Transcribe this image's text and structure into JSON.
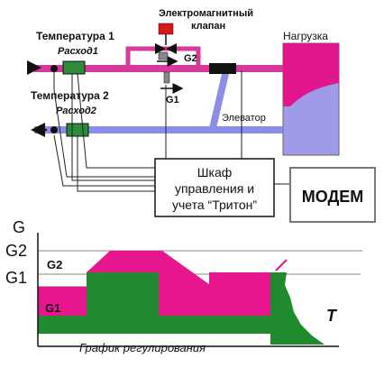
{
  "labels": {
    "valve": "Электромагнитный клапан",
    "valve_line1": "Электромагнитный",
    "valve_line2": "клапан",
    "load": "Нагрузка",
    "temp1": "Температура 1",
    "flow1": "Расход1",
    "temp2": "Температура 2",
    "flow2": "Расход2",
    "elevator": "Элеватор",
    "g2_pipe": "G2",
    "g1_pipe": "G1",
    "cabinet_line1": "Шкаф",
    "cabinet_line2": "управления и",
    "cabinet_line3": "учета “Тритон”",
    "modem": "МОДЕМ"
  },
  "chart": {
    "y_axis": "G",
    "g2_tick": "G2",
    "g1_tick": "G1",
    "g2_inner": "G2",
    "g1_inner": "G1",
    "x_axis": "T",
    "caption": "График регулирования"
  },
  "colors": {
    "supply_pipe": "#d63a9a",
    "return_pipe": "#8c8ee6",
    "magenta_fill": "#e8168c",
    "green_fill": "#1f8a2e",
    "valve": "#d81818",
    "sensor": "#2e8b3a"
  }
}
